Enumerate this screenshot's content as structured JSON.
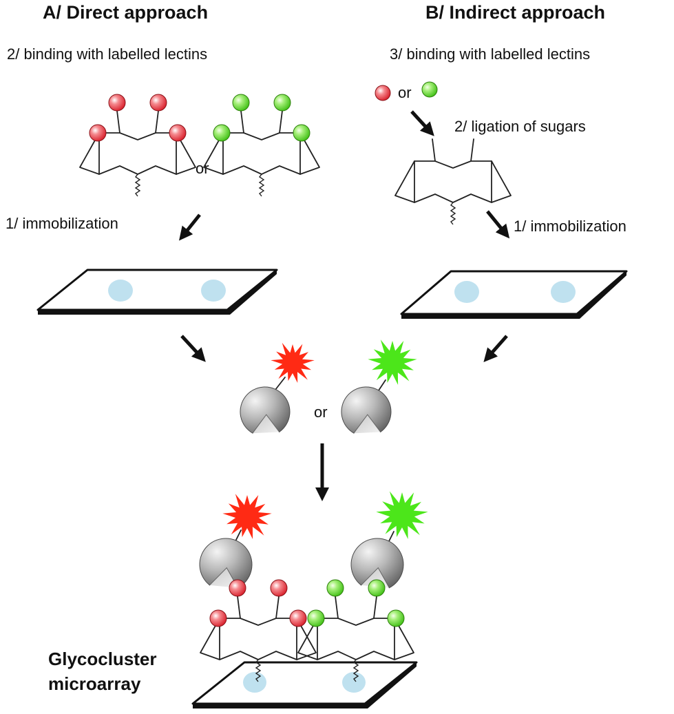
{
  "headings": {
    "direct": "A/ Direct approach",
    "indirect": "B/ Indirect approach"
  },
  "steps": {
    "direct_binding": "2/ binding with labelled lectins",
    "direct_immobilization": "1/ immobilization",
    "indirect_binding": "3/ binding with labelled lectins",
    "indirect_ligation": "2/ ligation of sugars",
    "indirect_immobilization": "1/ immobilization"
  },
  "connectors": {
    "or_direct": "or",
    "or_indirect": "or",
    "or_lectins": "or"
  },
  "result_label": {
    "line1": "Glycocluster",
    "line2": "microarray"
  },
  "colors": {
    "sugar_red": "#e8323c",
    "sugar_green": "#5ad12a",
    "star_red": "#ff2a14",
    "star_green": "#4ce61a",
    "spot_blue": "#bfe1ef",
    "lectin_gray": "#a6a6a6"
  }
}
